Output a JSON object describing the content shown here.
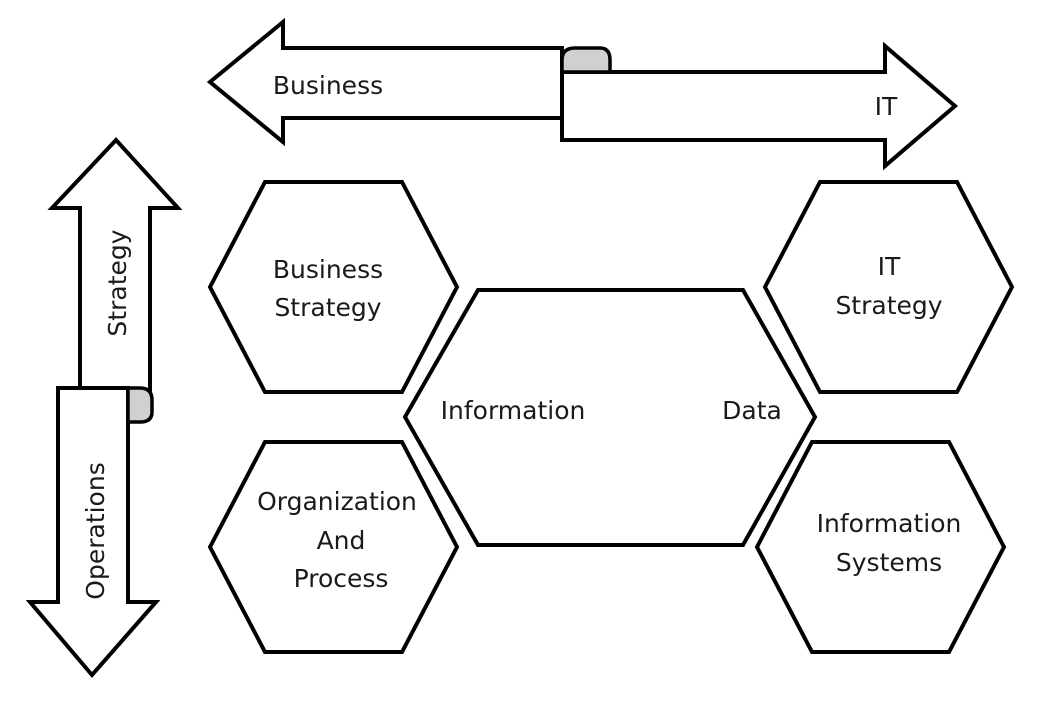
{
  "arrows": {
    "business": "Business",
    "it": "IT",
    "strategy": "Strategy",
    "operations": "Operations"
  },
  "hexagons": {
    "business_strategy": [
      "Business",
      "Strategy"
    ],
    "it_strategy": [
      "IT",
      "Strategy"
    ],
    "organization_process": [
      "Organization",
      "And",
      "Process"
    ],
    "information_systems": [
      "Information",
      "Systems"
    ],
    "center_left": "Information",
    "center_right": "Data"
  }
}
